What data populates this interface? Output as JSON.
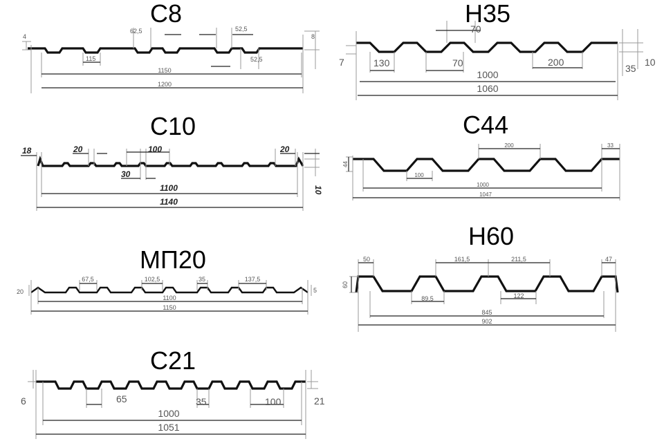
{
  "profiles": [
    {
      "id": "c8",
      "title": "С8",
      "dims": [
        "4",
        "62,5",
        "52,5",
        "8",
        "115",
        "52,5",
        "1150",
        "1200"
      ]
    },
    {
      "id": "h35",
      "title": "Н35",
      "dims": [
        "70",
        "7",
        "130",
        "70",
        "200",
        "35",
        "10",
        "1000",
        "1060"
      ]
    },
    {
      "id": "c10",
      "title": "С10",
      "dims": [
        "18",
        "20",
        "100",
        "20",
        "30",
        "10",
        "1100",
        "1140"
      ]
    },
    {
      "id": "c44",
      "title": "С44",
      "dims": [
        "200",
        "33",
        "44",
        "100",
        "1000",
        "1047"
      ]
    },
    {
      "id": "mp20",
      "title": "МП20",
      "dims": [
        "20",
        "67,5",
        "102,5",
        "35",
        "137,5",
        "5",
        "1100",
        "1150"
      ]
    },
    {
      "id": "h60",
      "title": "Н60",
      "dims": [
        "50",
        "161,5",
        "211,5",
        "47",
        "60",
        "89,5",
        "122",
        "845",
        "902"
      ]
    },
    {
      "id": "c21",
      "title": "С21",
      "dims": [
        "6",
        "65",
        "35",
        "100",
        "21",
        "1000",
        "1051"
      ]
    }
  ]
}
